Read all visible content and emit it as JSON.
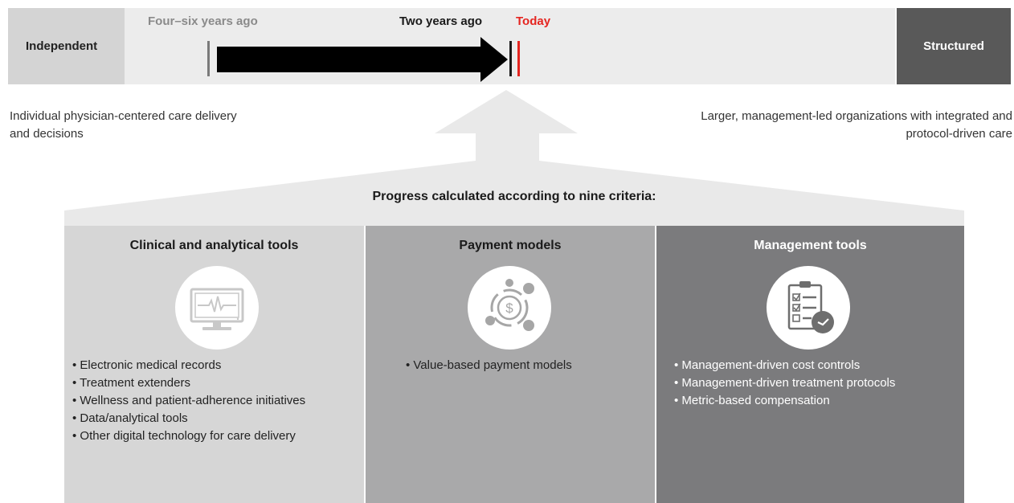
{
  "spectrum": {
    "left_end": "Independent",
    "right_end": "Structured",
    "time_labels": {
      "four_six": "Four–six years ago",
      "two": "Two years ago",
      "today": "Today"
    }
  },
  "descriptions": {
    "left": "Individual physician-centered care delivery and decisions",
    "right": "Larger, management-led organizations with integrated and protocol-driven care"
  },
  "banner_title": "Progress calculated according to nine criteria:",
  "panels": [
    {
      "title": "Clinical and analytical tools",
      "icon": "monitor-heartbeat-icon",
      "items": [
        "• Electronic medical records",
        "• Treatment extenders",
        "• Wellness and patient-adherence initiatives",
        "• Data/analytical tools",
        "• Other digital technology for care delivery"
      ]
    },
    {
      "title": "Payment models",
      "icon": "dollar-cycle-icon",
      "items": [
        "• Value-based payment models"
      ]
    },
    {
      "title": "Management tools",
      "icon": "checklist-clock-icon",
      "items": [
        "• Management-driven cost controls",
        "• Management-driven treatment protocols",
        "• Metric-based compensation"
      ]
    }
  ],
  "colors": {
    "today": "#e52520",
    "structured_bg": "#595959",
    "panel_1": "#d6d6d6",
    "panel_2": "#a9a9aa",
    "panel_3": "#7b7b7d"
  }
}
